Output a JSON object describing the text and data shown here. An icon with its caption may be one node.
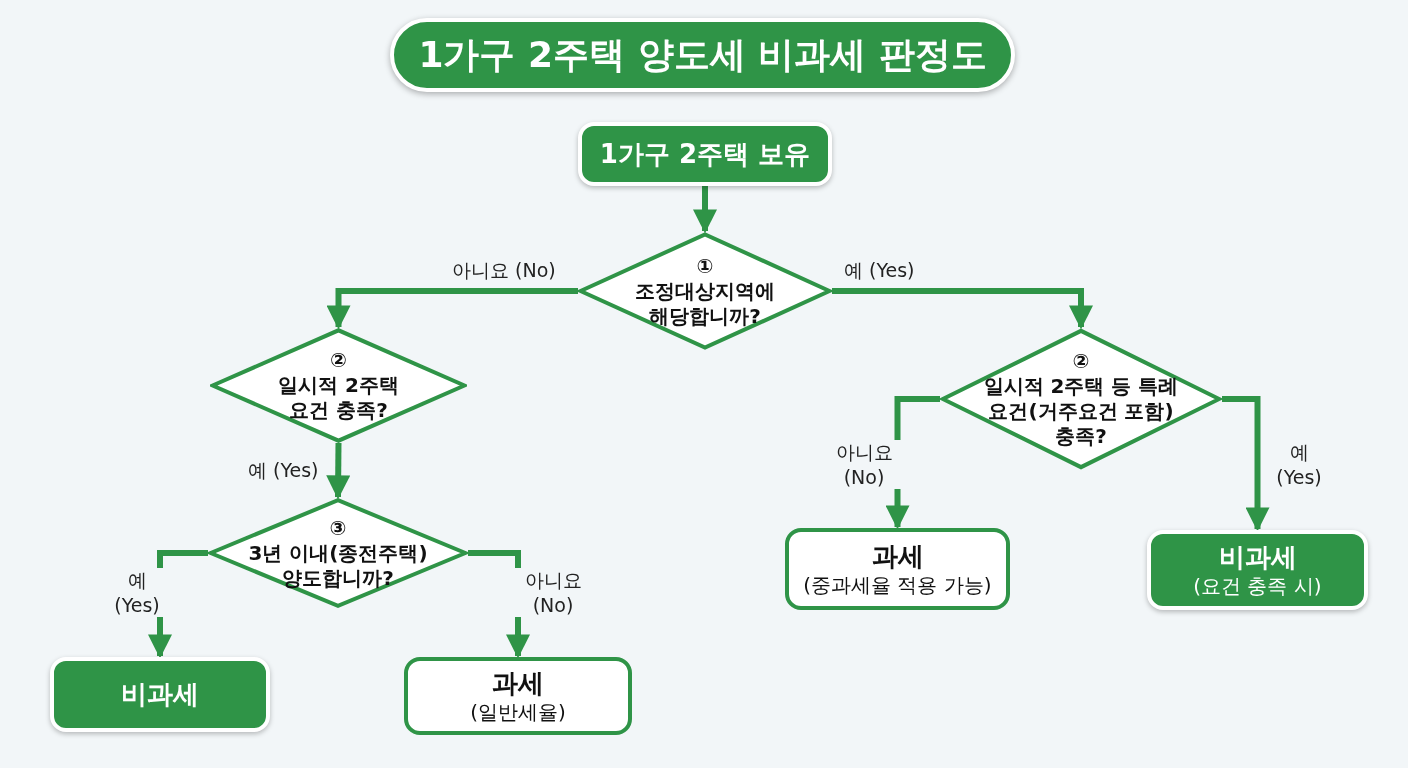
{
  "diagram": {
    "title": "1가구 2주택 양도세 비과세 판정도",
    "nodes": [
      {
        "text": [
          "1가구 2주택 보유"
        ]
      },
      {
        "text": [
          "①",
          "조정대상지역에 해당합니까?"
        ]
      },
      {
        "text": [
          "②",
          "일시적 2주택 요건 충족?"
        ]
      },
      {
        "text": [
          "②",
          "일시적 2주택 등 특례 요건(거주요건 포함) 충족?"
        ]
      },
      {
        "text": [
          "③",
          "3년 이내(종전주택) 양도합니까?"
        ]
      },
      {
        "text": [
          "비과세"
        ]
      },
      {
        "text": [
          "과세",
          "(일반세율)"
        ]
      },
      {
        "text": [
          "과세",
          "(중과세율 적용 가능)"
        ]
      },
      {
        "text": [
          "비과세",
          "(요건 충족 시)"
        ]
      }
    ],
    "edges": [
      {
        "from": 0,
        "to": 1,
        "arrow": "to"
      },
      {
        "from": 1,
        "to": 2,
        "arrow": "to",
        "label": "아니요 (No)"
      },
      {
        "from": 1,
        "to": 3,
        "arrow": "to",
        "label": "예 (Yes)"
      },
      {
        "from": 2,
        "to": 4,
        "arrow": "to",
        "label": "예 (Yes)"
      },
      {
        "from": 4,
        "to": 5,
        "arrow": "to",
        "label": "예 (Yes)"
      },
      {
        "from": 4,
        "to": 6,
        "arrow": "to",
        "label": "아니요 (No)"
      },
      {
        "from": 3,
        "to": 7,
        "arrow": "to",
        "label": "아니요 (No)"
      },
      {
        "from": 3,
        "to": 8,
        "arrow": "to",
        "label": "예 (Yes)"
      }
    ]
  }
}
